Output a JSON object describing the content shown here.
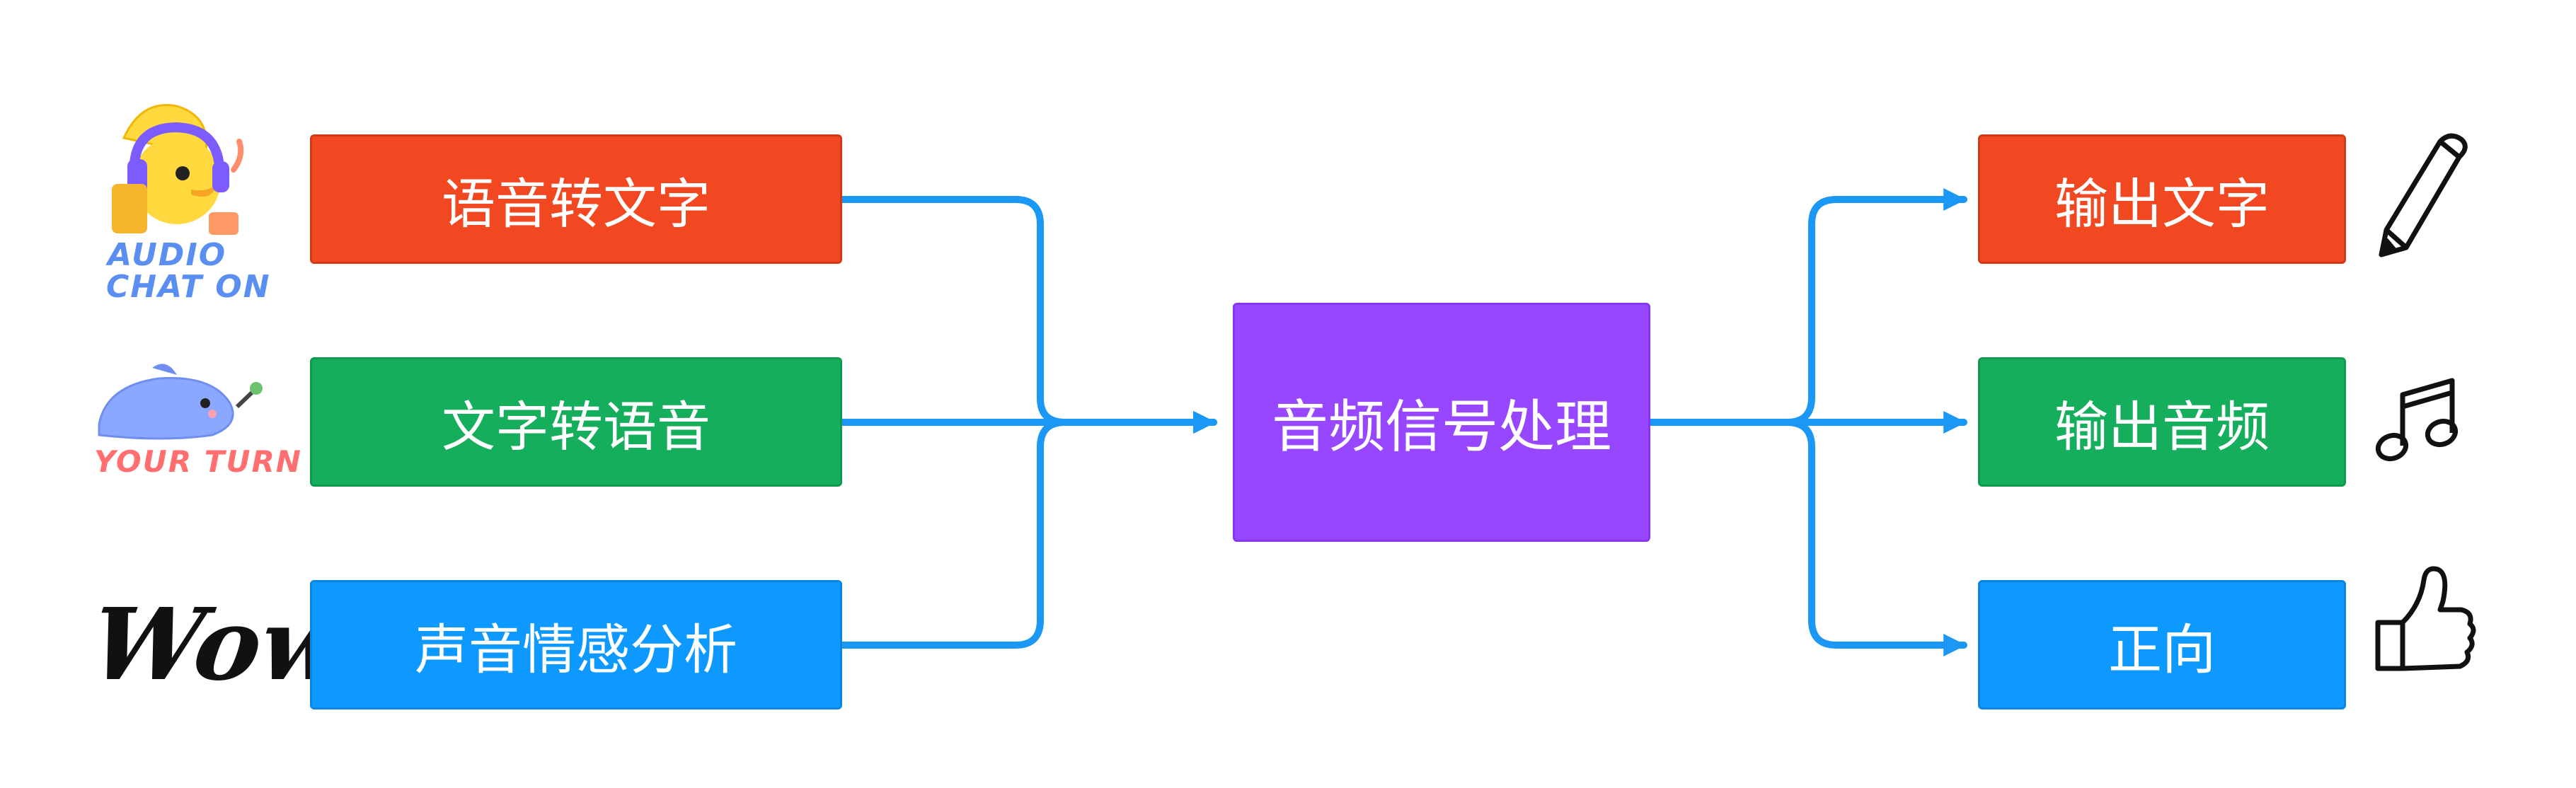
{
  "colors": {
    "red": "#f24822",
    "green": "#14ae5c",
    "blue": "#0d99ff",
    "purple": "#9747ff",
    "connector": "#1b98f5"
  },
  "inputs": [
    {
      "label": "语音转文字",
      "color": "#f24822",
      "icon": "audio-chat-on-sticker"
    },
    {
      "label": "文字转语音",
      "color": "#14ae5c",
      "icon": "your-turn-dolphin-sticker"
    },
    {
      "label": "声音情感分析",
      "color": "#0d99ff",
      "icon": "wow-lettering"
    }
  ],
  "center": {
    "label": "音频信号处理",
    "color": "#9747ff"
  },
  "outputs": [
    {
      "label": "输出文字",
      "color": "#f24822",
      "icon": "pencil-icon"
    },
    {
      "label": "输出音频",
      "color": "#14ae5c",
      "icon": "music-note-icon"
    },
    {
      "label": "正向",
      "color": "#0d99ff",
      "icon": "thumbs-up-icon"
    }
  ],
  "stickers": {
    "audio_chat_on": {
      "line1": "AUDIO",
      "line2": "CHAT ON"
    },
    "your_turn": "YOUR TURN",
    "wow": "Wow!"
  }
}
